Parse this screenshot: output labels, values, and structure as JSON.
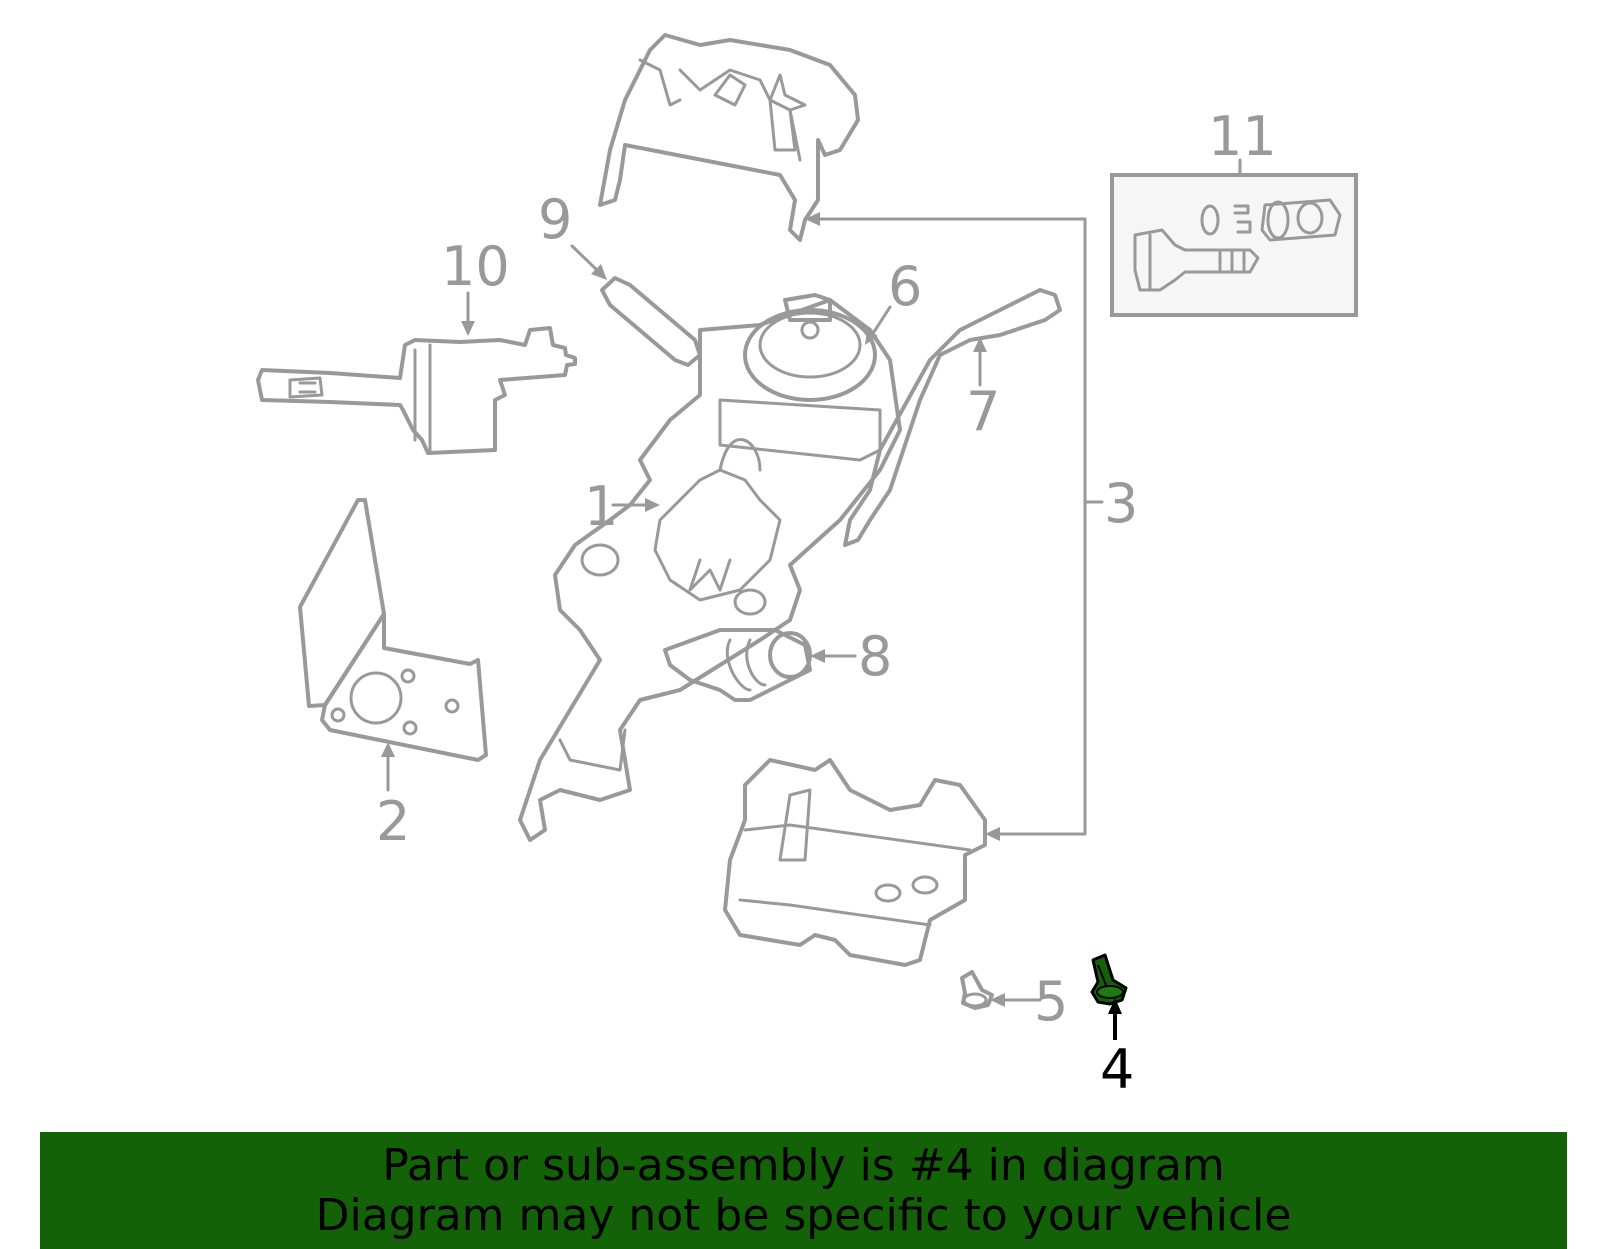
{
  "diagram": {
    "callouts": {
      "c1": "1",
      "c2": "2",
      "c3": "3",
      "c4": "4",
      "c5": "5",
      "c6": "6",
      "c7": "7",
      "c8": "8",
      "c9": "9",
      "c10": "10",
      "c11": "11"
    },
    "highlighted_callout": "4",
    "highlight_color": "#136208",
    "line_color": "#999999"
  },
  "banner": {
    "line1": "Part or sub-assembly is #4 in diagram",
    "line2": "Diagram may not be specific to your vehicle",
    "background_color": "#136208"
  }
}
